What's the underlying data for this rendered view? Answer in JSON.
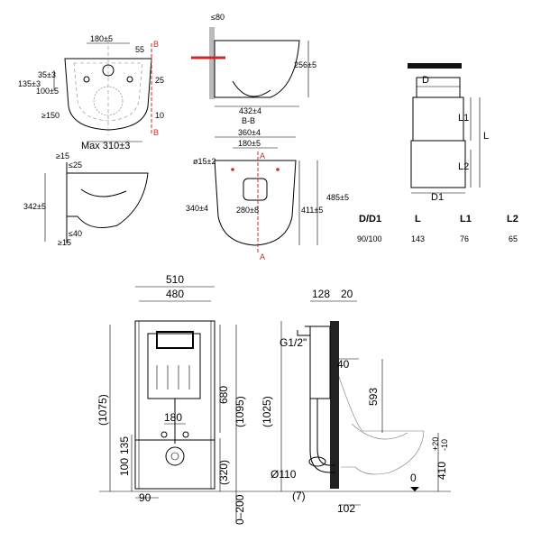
{
  "top_view": {
    "dim_top": "180±5",
    "dim_right_hole": "55",
    "label_b_top": "B",
    "label_b_bottom": "B",
    "dim_35": "35±3",
    "dim_135": "135±3",
    "dim_100": "100±5",
    "dim_25": "25",
    "dim_150": "≥150",
    "dim_10": "10",
    "dim_max": "Max 310±3"
  },
  "section_bb": {
    "dim_80": "≤80",
    "dim_256": "256±5",
    "dim_432": "432±4",
    "caption": "B-B"
  },
  "side_view": {
    "dim_15a": "≥15",
    "dim_25": "≤25",
    "dim_342": "342±5",
    "dim_40": "≤40",
    "dim_15b": "≥15"
  },
  "bottom_view": {
    "dim_360": "360±4",
    "dim_180": "180±5",
    "dim_15": "ø15±2",
    "label_a_top": "A",
    "label_a_bottom": "A",
    "dim_340": "340±4",
    "dim_280": "280±8",
    "dim_485": "485±5",
    "dim_411": "411±5"
  },
  "adapter": {
    "label_d": "D",
    "label_l1": "L1",
    "label_l": "L",
    "label_l2": "L2",
    "label_d1": "D1",
    "table_headers": [
      "D/D1",
      "L",
      "L1",
      "L2"
    ],
    "table_row": [
      "90/100",
      "143",
      "76",
      "65"
    ]
  },
  "frame_front": {
    "dim_510": "510",
    "dim_480": "480",
    "dim_1075": "(1075)",
    "dim_680": "680",
    "dim_1095": "(1095)",
    "dim_180": "180",
    "dim_135": "135",
    "dim_100": "100",
    "dim_320": "(320)",
    "dim_90": "90",
    "dim_0_200": "0–200"
  },
  "frame_side": {
    "dim_128": "128",
    "dim_20": "20",
    "label_g": "G1/2\"",
    "dim_40": "40",
    "dim_1025": "(1025)",
    "dim_593": "593",
    "dim_110": "Ø110",
    "dim_7": "(7)",
    "dim_102": "102",
    "label_zero": "0",
    "dim_410": "410",
    "dim_410_plus": "+20",
    "dim_410_minus": "-10"
  }
}
